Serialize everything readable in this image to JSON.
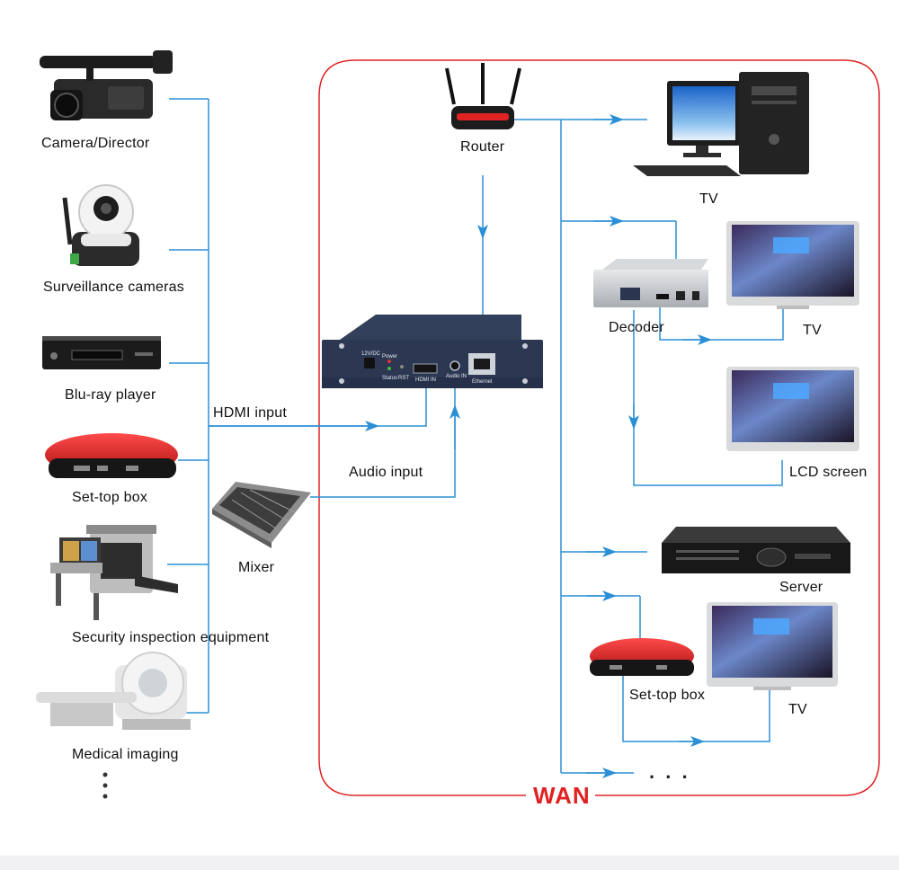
{
  "sources": {
    "camera": "Camera/Director",
    "surveillance": "Surveillance cameras",
    "bluray": "Blu-ray player",
    "settop": "Set-top box",
    "security": "Security inspection equipment",
    "medical": "Medical imaging"
  },
  "inputs": {
    "hdmi": "HDMI input",
    "audio": "Audio input",
    "mixer": "Mixer"
  },
  "encoder_panel": {
    "dc": "12V/DC",
    "power": "Power",
    "status": "Status",
    "rst": "RST",
    "hdmi_in": "HDMI IN",
    "audio_in": "Audio IN",
    "ethernet": "Ethernet"
  },
  "network": {
    "router": "Router",
    "wan": "WAN"
  },
  "outputs": {
    "tv_pc": "TV",
    "decoder": "Decoder",
    "tv_decoder": "TV",
    "lcd": "LCD screen",
    "server": "Server",
    "settop": "Set-top box",
    "tv_settop": "TV",
    "more": ". . ."
  },
  "colors": {
    "line": "#2b8fd6",
    "wan_border": "#e02222",
    "wan_text": "#e02222"
  }
}
